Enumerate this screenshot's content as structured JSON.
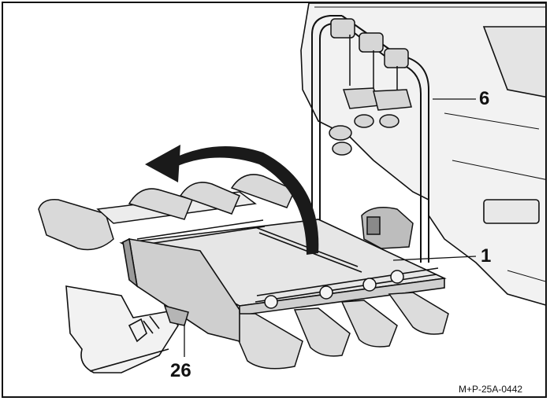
{
  "figure": {
    "callouts": [
      {
        "id": "lever",
        "label": "26"
      },
      {
        "id": "carrier",
        "label": "1"
      },
      {
        "id": "frame",
        "label": "6"
      }
    ],
    "reference_code": "M+P-25A-0442",
    "colors": {
      "line": "#111111",
      "fill_light": "#f2f2f2",
      "fill_mid": "#d6d6d6",
      "fill_dark": "#9a9a9a",
      "background": "#ffffff"
    },
    "icons": [
      "tilt-arrow-icon"
    ]
  }
}
